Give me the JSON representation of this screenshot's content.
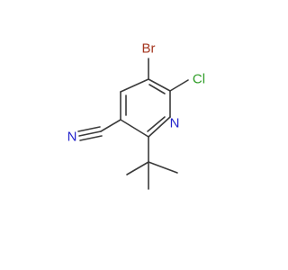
{
  "molecule": {
    "atoms": {
      "bromine": {
        "label": "Br",
        "color": "#a5361f"
      },
      "chlorine": {
        "label": "Cl",
        "color": "#2f9d27"
      },
      "nitrogen_ring": {
        "label": "N",
        "color": "#2424cc"
      },
      "nitrogen_nitrile": {
        "label": "N",
        "color": "#2424cc"
      }
    },
    "bond_color": "#3a3a3a",
    "background": "#ffffff"
  }
}
